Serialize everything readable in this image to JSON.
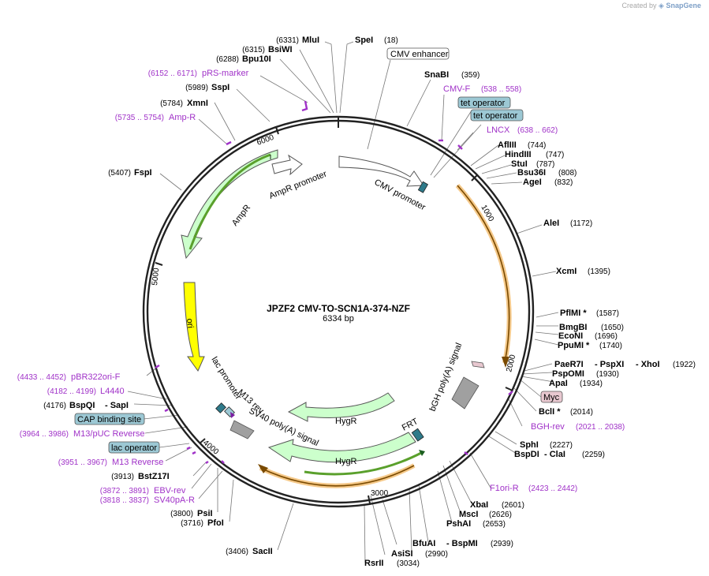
{
  "credit": {
    "prefix": "Created by",
    "brand": "SnapGene"
  },
  "plasmid": {
    "name": "JPZF2 CMV-TO-SCN1A-374-NZF",
    "length_label": "6334 bp"
  },
  "ticks": [
    "1000",
    "2000",
    "3000",
    "4000",
    "5000",
    "6000"
  ],
  "sites": [
    {
      "name": "MluI",
      "pos": "(6331)"
    },
    {
      "name": "SpeI",
      "pos": "(18)"
    },
    {
      "name": "BsiWI",
      "pos": "(6315)"
    },
    {
      "name": "Bpu10I",
      "pos": "(6288)"
    },
    {
      "name": "SnaBI",
      "pos": "(359)"
    },
    {
      "name": "SspI",
      "pos": "(5989)"
    },
    {
      "name": "XmnI",
      "pos": "(5784)"
    },
    {
      "name": "AflIII",
      "pos": "(744)"
    },
    {
      "name": "HindIII",
      "pos": "(747)"
    },
    {
      "name": "StuI",
      "pos": "(787)"
    },
    {
      "name": "Bsu36I",
      "pos": "(808)"
    },
    {
      "name": "AgeI",
      "pos": "(832)"
    },
    {
      "name": "FspI",
      "pos": "(5407)"
    },
    {
      "name": "AleI",
      "pos": "(1172)"
    },
    {
      "name": "XcmI",
      "pos": "(1395)"
    },
    {
      "name": "PflMI *",
      "pos": "(1587)"
    },
    {
      "name": "BmgBI",
      "pos": "(1650)"
    },
    {
      "name": "EcoNI",
      "pos": "(1696)"
    },
    {
      "name": "PpuMI *",
      "pos": "(1740)"
    },
    {
      "name": "PaeR7I",
      "pos": ""
    },
    {
      "name": "- PspXI",
      "pos": ""
    },
    {
      "name": "- XhoI",
      "pos": "(1922)"
    },
    {
      "name": "PspOMI",
      "pos": "(1930)"
    },
    {
      "name": "ApaI",
      "pos": "(1934)"
    },
    {
      "name": "BclI *",
      "pos": "(2014)"
    },
    {
      "name": "BspQI",
      "pos": "(4176)"
    },
    {
      "name": "- SapI",
      "pos": ""
    },
    {
      "name": "SphI",
      "pos": "(2227)"
    },
    {
      "name": "BspDI",
      "pos": ""
    },
    {
      "name": "- ClaI",
      "pos": "(2259)"
    },
    {
      "name": "BstZ17I",
      "pos": "(3913)"
    },
    {
      "name": "XbaI",
      "pos": "(2601)"
    },
    {
      "name": "MscI",
      "pos": "(2626)"
    },
    {
      "name": "PshAI",
      "pos": "(2653)"
    },
    {
      "name": "PsiI",
      "pos": "(3800)"
    },
    {
      "name": "PfoI",
      "pos": "(3716)"
    },
    {
      "name": "BfuAI",
      "pos": ""
    },
    {
      "name": "- BspMI",
      "pos": "(2939)"
    },
    {
      "name": "AsiSI",
      "pos": "(2990)"
    },
    {
      "name": "SacII",
      "pos": "(3406)"
    },
    {
      "name": "RsrII",
      "pos": "(3034)"
    }
  ],
  "primers": [
    {
      "name": "pRS-marker",
      "pos": "(6152 .. 6171)"
    },
    {
      "name": "Amp-R",
      "pos": "(5735 .. 5754)"
    },
    {
      "name": "CMV-F",
      "pos": "(538 .. 558)"
    },
    {
      "name": "LNCX",
      "pos": "(638 .. 662)"
    },
    {
      "name": "BGH-rev",
      "pos": "(2021 .. 2038)"
    },
    {
      "name": "pBR322ori-F",
      "pos": "(4433 .. 4452)"
    },
    {
      "name": "L4440",
      "pos": "(4182 .. 4199)"
    },
    {
      "name": "M13/pUC Reverse",
      "pos": "(3964 .. 3986)"
    },
    {
      "name": "M13 Reverse",
      "pos": "(3951 .. 3967)"
    },
    {
      "name": "F1ori-R",
      "pos": "(2423 .. 2442)"
    },
    {
      "name": "EBV-rev",
      "pos": "(3872 .. 3891)"
    },
    {
      "name": "SV40pA-R",
      "pos": "(3818 .. 3837)"
    }
  ],
  "boxed_labels": [
    {
      "name": "CMV enhancer"
    },
    {
      "name": "tet operator"
    },
    {
      "name": "tet operator"
    },
    {
      "name": "Myc"
    },
    {
      "name": "CAP binding site"
    },
    {
      "name": "lac operator"
    }
  ],
  "features": [
    {
      "name": "CMV promoter"
    },
    {
      "name": "AmpR promoter"
    },
    {
      "name": "AmpR"
    },
    {
      "name": "ori"
    },
    {
      "name": "lac promoter"
    },
    {
      "name": "M13 rev"
    },
    {
      "name": "SV40 poly(A) signal"
    },
    {
      "name": "HygR"
    },
    {
      "name": "HygR"
    },
    {
      "name": "FRT"
    },
    {
      "name": "bGH poly(A) signal"
    }
  ],
  "colors": {
    "backbone": "#222222",
    "promoter_fill": "#ffffff",
    "ampr_fill": "#ccffcc",
    "ampr_stroke": "#5aa02c",
    "ori_fill": "#ffff00",
    "orf_fill": "#f5c98a",
    "orf_stroke": "#7a4a00",
    "hygr_fill": "#ccffcc",
    "polyA_fill": "#a0a0a0",
    "tet_box": "#9cc8d4",
    "myc_box": "#e8c8d0",
    "primer": "#a032c8"
  }
}
